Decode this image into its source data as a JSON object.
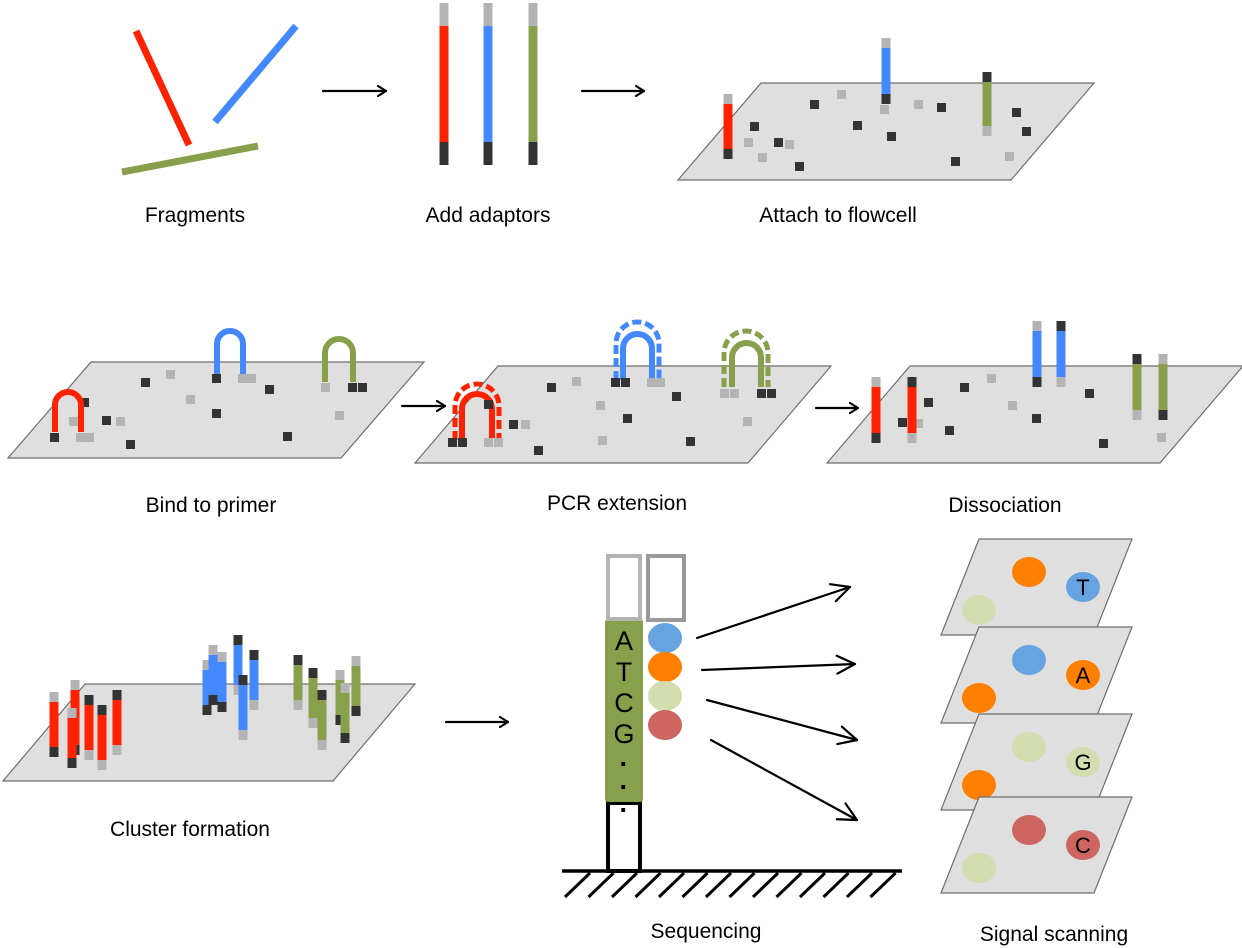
{
  "title": "Illumina sequencing workflow",
  "colors": {
    "red": "#ff2200",
    "blue": "#4488ff",
    "green": "#88a04c",
    "adaptor_dark": "#333333",
    "adaptor_light": "#b4b4b4",
    "plate": "#dfdfdf",
    "dye_blue": "#66a3e0",
    "dye_orange": "#ff7f00",
    "dye_lightgreen": "#d2ddb0",
    "dye_red": "#cd6660"
  },
  "steps": [
    {
      "id": "fragments",
      "label": "Fragments"
    },
    {
      "id": "add-adaptors",
      "label": "Add adaptors"
    },
    {
      "id": "attach-flowcell",
      "label": "Attach to flowcell"
    },
    {
      "id": "bind-primer",
      "label": "Bind to primer"
    },
    {
      "id": "pcr-extension",
      "label": "PCR extension"
    },
    {
      "id": "dissociation",
      "label": "Dissociation"
    },
    {
      "id": "cluster-formation",
      "label": "Cluster formation"
    },
    {
      "id": "sequencing",
      "label": "Sequencing"
    },
    {
      "id": "signal-scanning",
      "label": "Signal scanning"
    }
  ],
  "sequencing": {
    "strand_letters": [
      "A",
      "T",
      "C",
      "G",
      ".",
      ".",
      "."
    ],
    "dyes": [
      "blue",
      "orange",
      "lightgreen",
      "red"
    ]
  },
  "signal_scanning": {
    "layers": [
      {
        "base": "T",
        "called_color": "dye_blue"
      },
      {
        "base": "A",
        "called_color": "dye_orange"
      },
      {
        "base": "G",
        "called_color": "dye_lightgreen"
      },
      {
        "base": "C",
        "called_color": "dye_red"
      }
    ]
  }
}
